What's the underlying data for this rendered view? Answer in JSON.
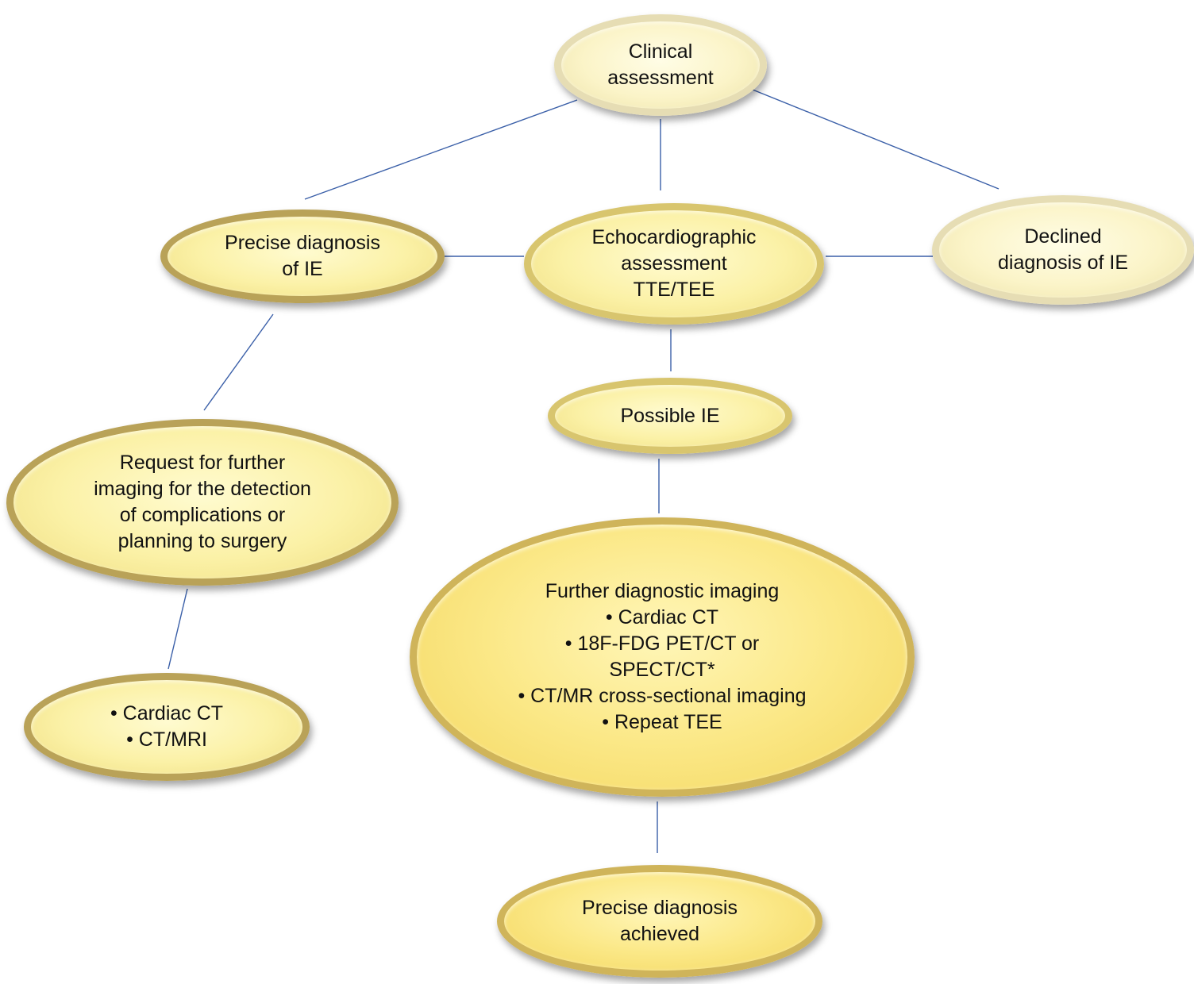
{
  "nodes": {
    "clinical": "Clinical\nassessment",
    "precise_ie": "Precise diagnosis\nof IE",
    "echo": "Echocardiographic\nassessment\nTTE/TEE",
    "declined": "Declined\ndiagnosis of IE",
    "possible": "Possible IE",
    "request": "Request for further\nimaging for the detection\nof complications or\nplanning to surgery",
    "further": "Further diagnostic imaging\n• Cardiac CT\n• 18F-FDG PET/CT or\nSPECT/CT*\n• CT/MR cross-sectional imaging\n• Repeat TEE",
    "cardiac_ct_mri": "• Cardiac CT\n• CT/MRI",
    "achieved": "Precise diagnosis\nachieved"
  },
  "colors": {
    "connector": "#3a5fa8",
    "node_fill": "#fbe887",
    "node_border": "#cfb45a"
  }
}
